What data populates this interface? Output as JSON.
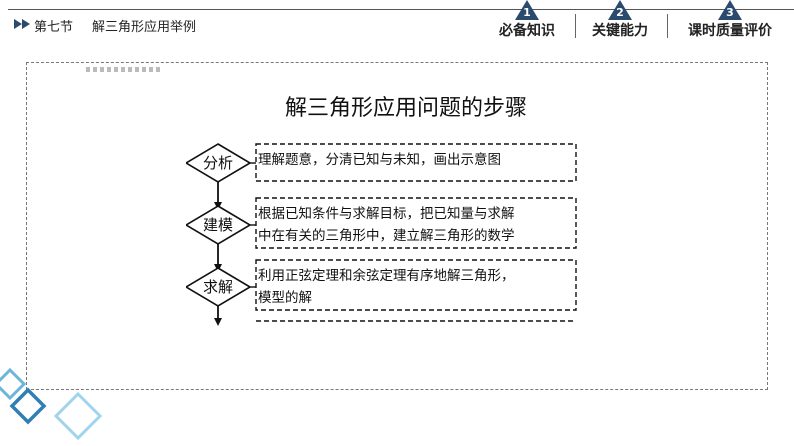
{
  "header": {
    "section_label": "第七节",
    "section_title": "解三角形应用举例",
    "tabs": [
      {
        "number": "1",
        "label": "必备知识"
      },
      {
        "number": "2",
        "label": "关键能力"
      },
      {
        "number": "3",
        "label": "课时质量评价"
      }
    ]
  },
  "figure": {
    "title": "解三角形应用问题的步骤",
    "steps": [
      {
        "label": "分析",
        "lines": [
          "理解题意，分清已知与未知，画出示意图"
        ]
      },
      {
        "label": "建模",
        "lines": [
          "根据已知条件与求解目标，把已知量与求解",
          "中在有关的三角形中，建立解三角形的数学"
        ]
      },
      {
        "label": "求解",
        "lines": [
          "利用正弦定理和余弦定理有序地解三角形，",
          "模型的解"
        ]
      }
    ]
  },
  "colors": {
    "accent": "#2a4a6e",
    "frame": "#777777",
    "decoration": "#9fd4ee"
  }
}
